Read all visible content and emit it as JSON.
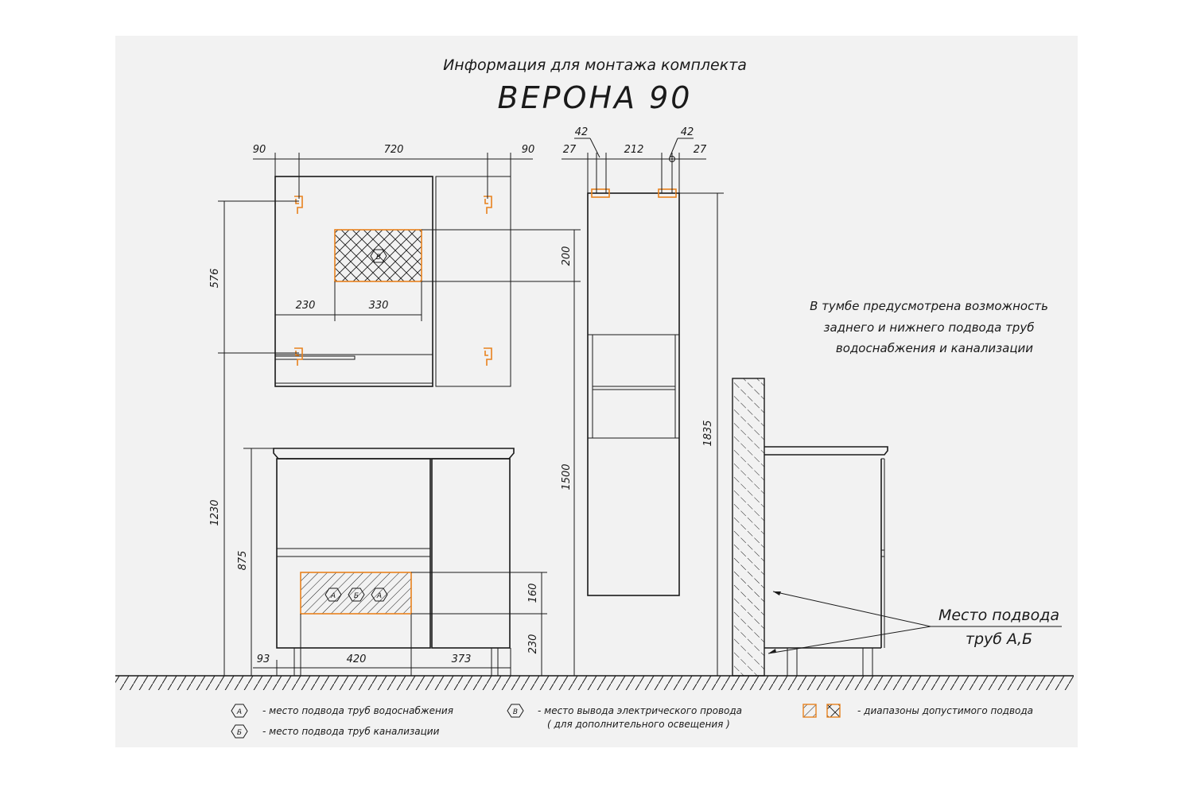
{
  "title": {
    "line1": "Информация для монтажа комплекта",
    "line2": "ВЕРОНА 90"
  },
  "mirror_dims": {
    "left_offset": "90",
    "width": "720",
    "right_offset": "90",
    "height": "576",
    "left_gap": "230",
    "zone_width": "330",
    "zone_height": "200"
  },
  "column_dims": {
    "left_hook": "42",
    "right_hook": "42",
    "left_edge": "27",
    "between": "212",
    "right_edge": "27",
    "height_total": "1835",
    "height_lower": "1500"
  },
  "vanity_dims": {
    "mirror_bottom": "1230",
    "height": "875",
    "left_offset": "93",
    "zone_width": "420",
    "right_offset": "373",
    "zone_height": "160",
    "floor_gap": "230"
  },
  "hex_labels": {
    "v": "В",
    "a": "А",
    "b": "Б"
  },
  "note": {
    "line1": "В тумбе предусмотрена возможность",
    "line2": "заднего и нижнего подвода труб",
    "line3": "водоснабжения и канализации"
  },
  "callout": {
    "line1": "Место подвода",
    "line2": "труб А,Б"
  },
  "legend": {
    "a_symbol": "А",
    "a_text": "- место подвода труб водоснабжения",
    "b_symbol": "Б",
    "b_text": "- место подвода труб канализации",
    "v_symbol": "В",
    "v_text1": "- место вывода электрического провода",
    "v_text2": "( для дополнительного освещения )",
    "range_text": "- диапазоны допустимого подвода"
  },
  "colors": {
    "line": "#1a1a1a",
    "accent": "#e8821e",
    "sheet": "#f2f2f2"
  }
}
